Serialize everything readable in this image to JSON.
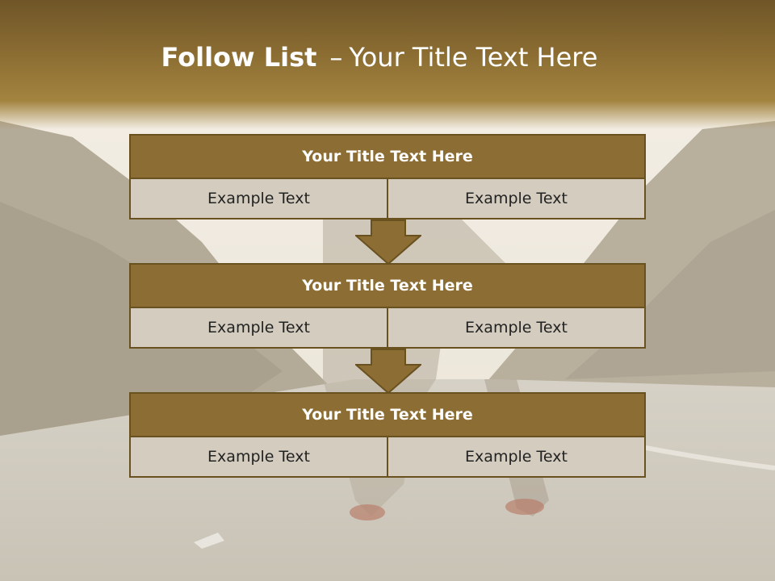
{
  "slide": {
    "title_bold": "Follow List",
    "title_dash": "–",
    "title_rest": "Your Title Text Here"
  },
  "steps": [
    {
      "title": "Your Title Text Here",
      "left": "Example Text",
      "right": "Example Text"
    },
    {
      "title": "Your Title Text Here",
      "left": "Example Text",
      "right": "Example Text"
    },
    {
      "title": "Your Title Text Here",
      "left": "Example Text",
      "right": "Example Text"
    }
  ],
  "colors": {
    "header_band": "#8a6c32",
    "panel_title_fill": "#8c6e35",
    "panel_border": "#6a5120",
    "cell_fill": "#d4cdbf",
    "arrow_fill": "#8c6e35"
  }
}
